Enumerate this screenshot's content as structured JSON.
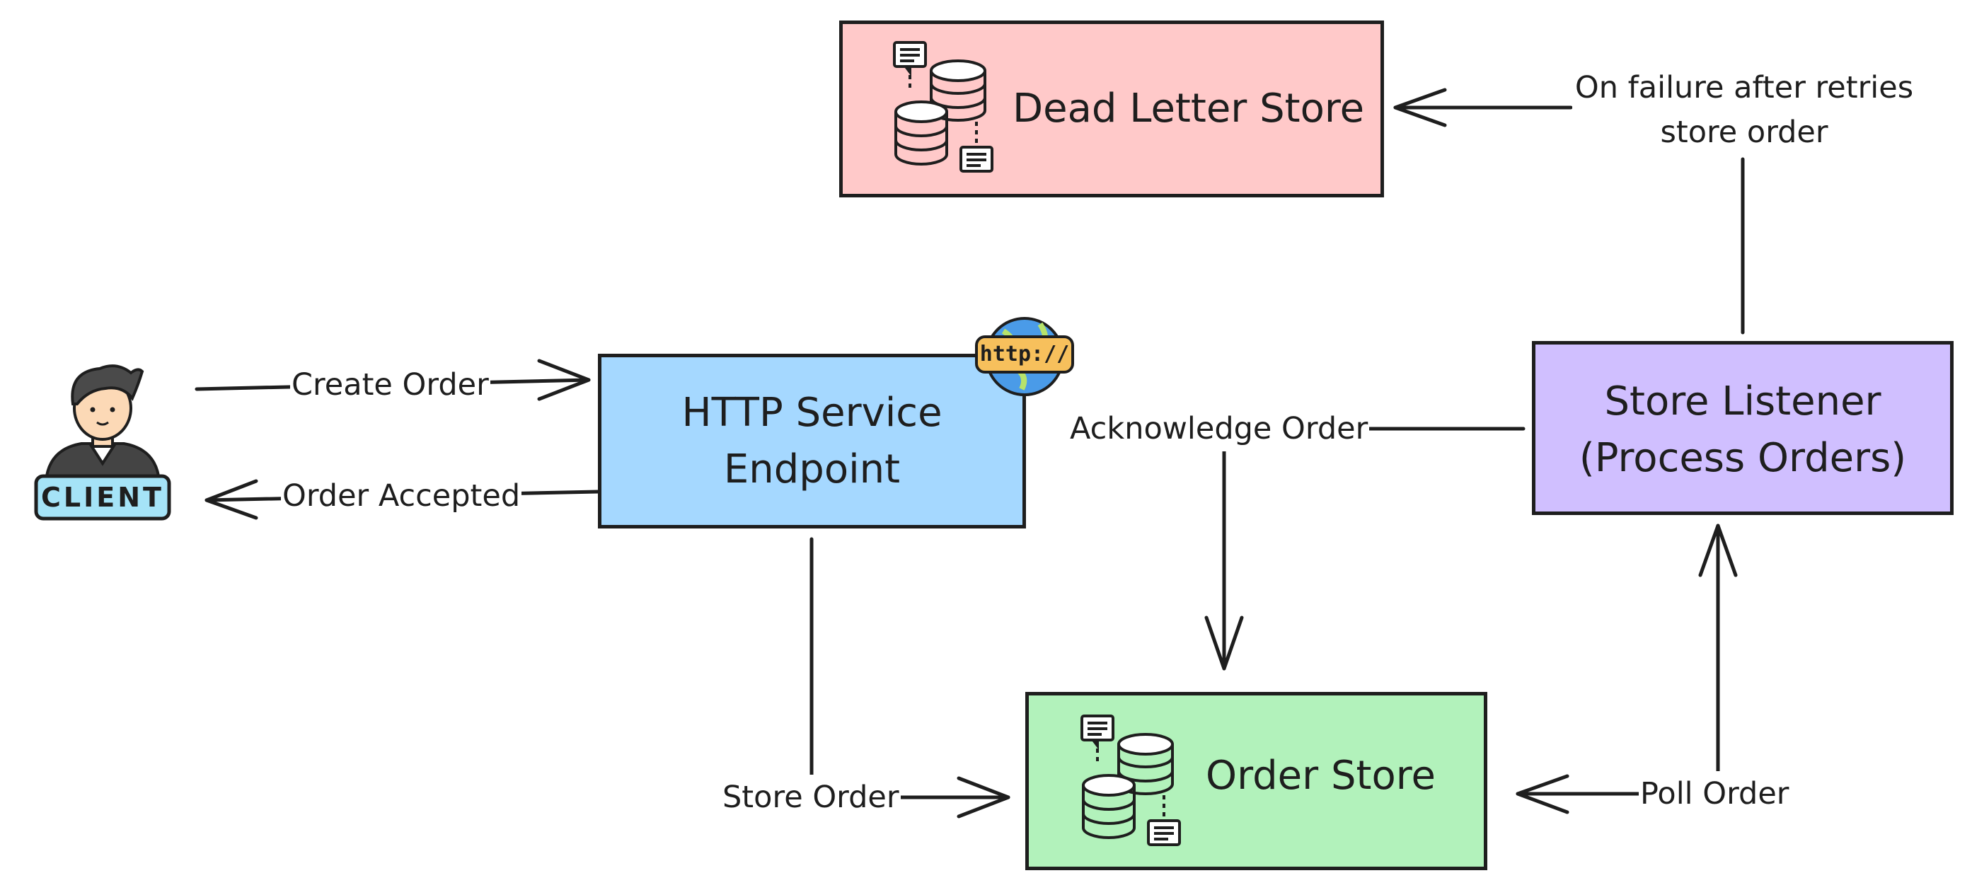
{
  "diagram": {
    "nodes": {
      "dead_letter": {
        "title": "Dead Letter Store",
        "fill": "#ffc9c9"
      },
      "http_service": {
        "title_line1": "HTTP Service",
        "title_line2": "Endpoint",
        "fill": "#a5d8ff",
        "badge_text": "http://"
      },
      "store_listener": {
        "title_line1": "Store Listener",
        "title_line2": "(Process Orders)",
        "fill": "#d0bfff"
      },
      "order_store": {
        "title": "Order Store",
        "fill": "#b2f2bb"
      },
      "client": {
        "badge_text": "CLIENT"
      }
    },
    "edges": {
      "create_order": "Create Order",
      "order_accepted": "Order Accepted",
      "store_order": "Store Order",
      "acknowledge_order": "Acknowledge Order",
      "poll_order": "Poll Order",
      "on_failure_line1": "On failure after retries",
      "on_failure_line2": "store order"
    },
    "icons": [
      "client-person-icon",
      "http-globe-icon",
      "database-stack-icon"
    ],
    "colors": {
      "stroke": "#1e1e1e",
      "client_badge": "#a5e3f7",
      "globe": "#4a9be8",
      "http_tag": "#f7c05c"
    }
  }
}
